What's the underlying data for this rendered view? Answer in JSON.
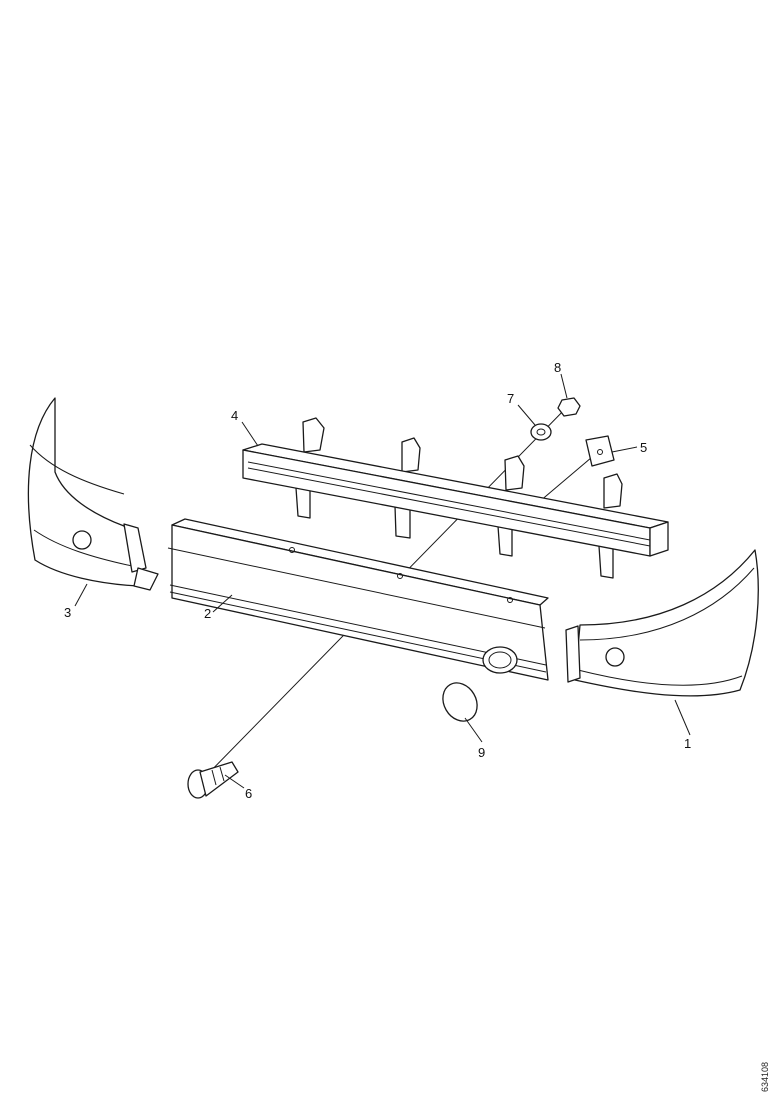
{
  "diagram": {
    "drawing_code": "634108",
    "callouts": [
      {
        "part": "bumper-end-right",
        "label": "1"
      },
      {
        "part": "bumper-center-panel",
        "label": "2"
      },
      {
        "part": "bumper-end-left",
        "label": "3"
      },
      {
        "part": "support-beam",
        "label": "4"
      },
      {
        "part": "bracket",
        "label": "5"
      },
      {
        "part": "bolt",
        "label": "6"
      },
      {
        "part": "washer",
        "label": "7"
      },
      {
        "part": "nut",
        "label": "8"
      },
      {
        "part": "cover-cap",
        "label": "9"
      }
    ]
  }
}
